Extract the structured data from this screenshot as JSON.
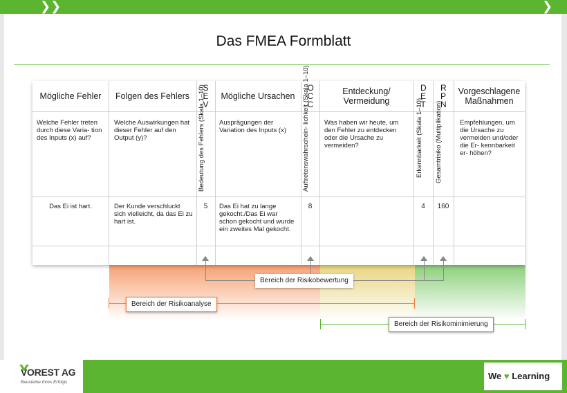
{
  "title": "Das FMEA Formblatt",
  "colors": {
    "brand_green": "#5cb531",
    "analysis_orange": "#f07a3c",
    "risk_gray": "#888888"
  },
  "table": {
    "headers": {
      "fehler": "Mögliche Fehler",
      "folgen": "Folgen des Fehlers",
      "sev": "S E V",
      "ursachen": "Mögliche Ursachen",
      "occ": "O C C",
      "entdeckung": "Entdeckung/ Vermeidung",
      "det": "D E T",
      "rpn": "R P N",
      "massnahmen": "Vorgeschlagene Maßnahmen"
    },
    "descriptions": {
      "fehler": "Welche Fehler treten durch diese Varia- tion des Inputs (x) auf?",
      "folgen": "Welche Auswirkungen hat dieser Fehler auf den Output (y)?",
      "sev": "Bedeutung des Fehlers (Skala 1–10)",
      "ursachen": "Ausprägungen der Variation des Inputs (x)",
      "occ": "Auftretenswahrschein- lichkeit (Skala 1–10)",
      "entdeckung": "Was haben wir heute, um den Fehler zu entdecken oder die Ursache zu vermeiden?",
      "det": "Erkennbarkeit (Skala 1–10)",
      "rpn": "Gesamtrisiko (Multiplikation)",
      "massnahmen": "Empfehlungen, um die Ursache zu vermeiden und/oder die Er- kennbarkeit er- höhen?"
    },
    "example": {
      "fehler": "Das Ei ist hart.",
      "folgen": "Der Kunde verschluckt sich vielleicht, da das Ei zu hart ist.",
      "sev": "5",
      "ursachen": "Das Ei hat zu lange gekocht./Das Ei war schon gekocht und wurde ein zweites Mal gekocht.",
      "occ": "8",
      "entdeckung": "",
      "det": "4",
      "rpn": "160",
      "massnahmen": ""
    }
  },
  "annotations": {
    "risikobewertung": "Bereich der Risikobewertung",
    "risikoanalyse": "Bereich der Risikoanalyse",
    "risikominimierung": "Bereich der Risikominimierung"
  },
  "footer": {
    "company": "VOREST AG",
    "tagline": "Bausteine Ihres Erfolgs",
    "slogan_we": "We",
    "slogan_heart": "♥",
    "slogan_learning": "Learning"
  },
  "icons": [
    "chevron-right-icon",
    "up-arrow-icon",
    "heart-icon",
    "vorest-logo-mark"
  ]
}
